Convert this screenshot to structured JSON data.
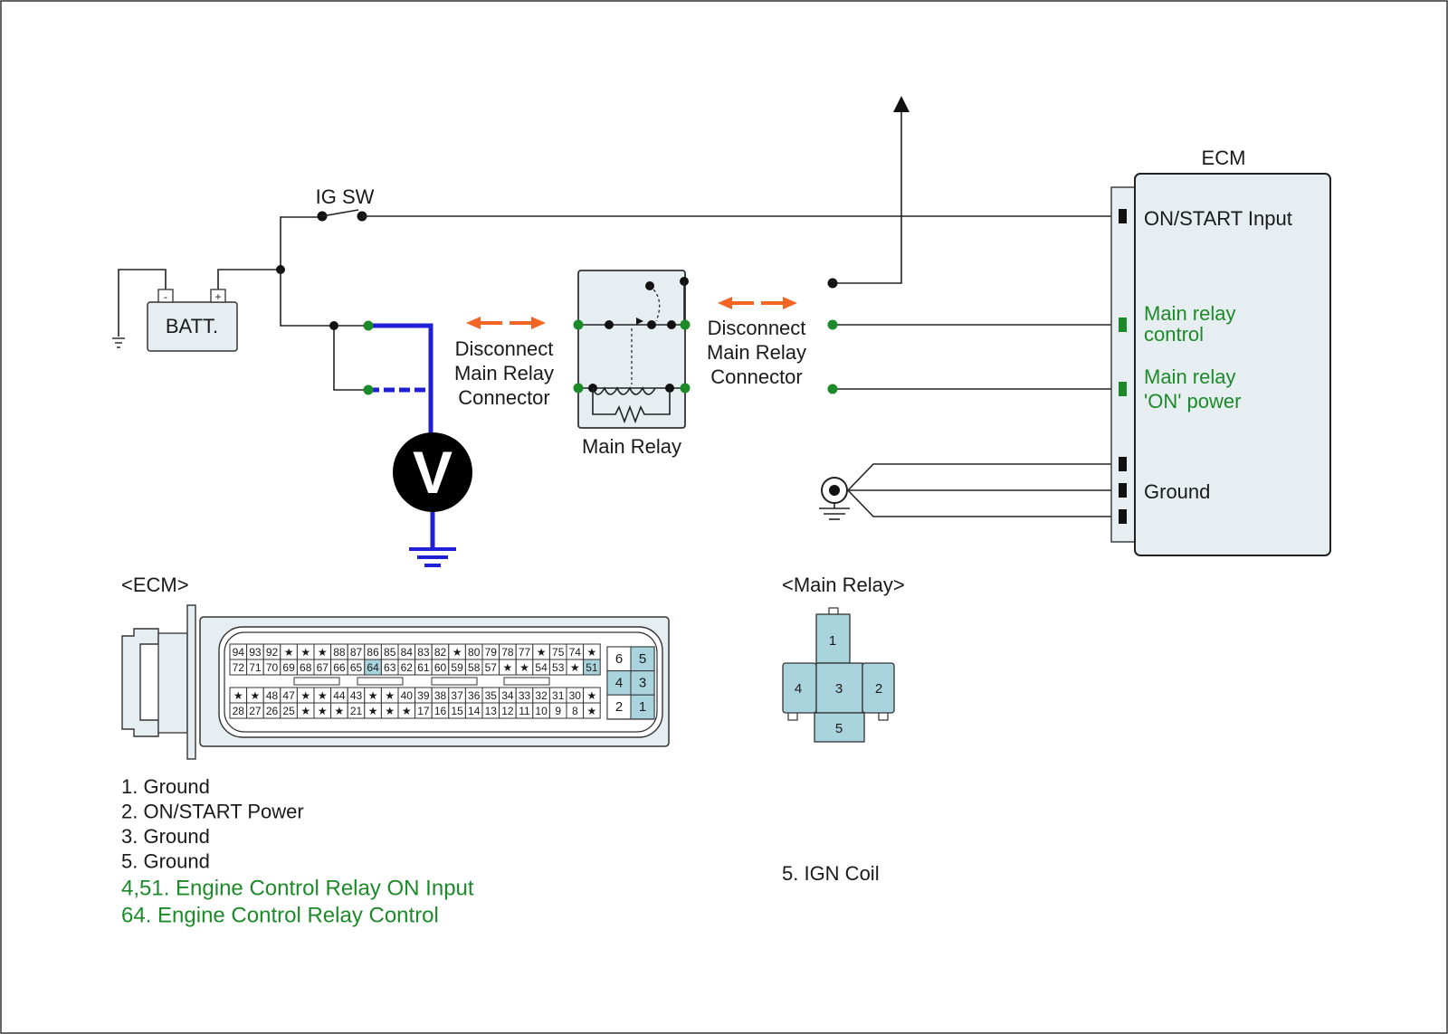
{
  "circuit": {
    "battery_label": "BATT.",
    "battery_minus": "-",
    "battery_plus": "+",
    "ig_sw_label": "IG SW",
    "voltmeter_label": "V",
    "disconnect_left": [
      "Disconnect",
      "Main Relay",
      "Connector"
    ],
    "disconnect_right": [
      "Disconnect",
      "Main Relay",
      "Connector"
    ],
    "main_relay_label": "Main Relay",
    "ecm_title": "ECM",
    "ecm_pins": {
      "on_start": "ON/START Input",
      "relay_control": [
        "Main relay",
        "control"
      ],
      "relay_on_power": [
        "Main relay",
        "'ON' power"
      ],
      "ground": "Ground"
    },
    "colors": {
      "measure_wire": "#1f1fd6",
      "highlight_text": "#1d8a2a",
      "disconnect_arrow": "#f26522",
      "connector_fill": "#a9d3dd"
    }
  },
  "ecm_connector": {
    "title": "<ECM>",
    "row1": [
      "94",
      "93",
      "92",
      "★",
      "★",
      "★",
      "88",
      "87",
      "86",
      "85",
      "84",
      "83",
      "82",
      "★",
      "80",
      "79",
      "78",
      "77",
      "★",
      "75",
      "74",
      "★"
    ],
    "row2": [
      "72",
      "71",
      "70",
      "69",
      "68",
      "67",
      "66",
      "65",
      "64",
      "63",
      "62",
      "61",
      "60",
      "59",
      "58",
      "57",
      "★",
      "★",
      "54",
      "53",
      "★",
      "51"
    ],
    "row3": [
      "★",
      "★",
      "48",
      "47",
      "★",
      "★",
      "44",
      "43",
      "★",
      "★",
      "40",
      "39",
      "38",
      "37",
      "36",
      "35",
      "34",
      "33",
      "32",
      "31",
      "30",
      "★"
    ],
    "row4": [
      "28",
      "27",
      "26",
      "25",
      "★",
      "★",
      "★",
      "21",
      "★",
      "★",
      "★",
      "17",
      "16",
      "15",
      "14",
      "13",
      "12",
      "11",
      "10",
      "9",
      "8",
      "★"
    ],
    "small_block": [
      "6",
      "5",
      "4",
      "3",
      "2",
      "1"
    ],
    "highlighted": [
      "64",
      "51",
      "5",
      "4",
      "3",
      "1"
    ]
  },
  "relay_connector": {
    "title": "<Main Relay>",
    "pins": [
      "1",
      "2",
      "3",
      "4",
      "5"
    ]
  },
  "legend_ecm": [
    {
      "text": "1. Ground",
      "highlight": false
    },
    {
      "text": "2. ON/START Power",
      "highlight": false
    },
    {
      "text": "3. Ground",
      "highlight": false
    },
    {
      "text": "5. Ground",
      "highlight": false
    },
    {
      "text": "4,51. Engine Control Relay ON Input",
      "highlight": true
    },
    {
      "text": "64. Engine Control Relay Control",
      "highlight": true
    }
  ],
  "legend_relay": [
    {
      "text": "5. IGN Coil",
      "highlight": false
    }
  ]
}
